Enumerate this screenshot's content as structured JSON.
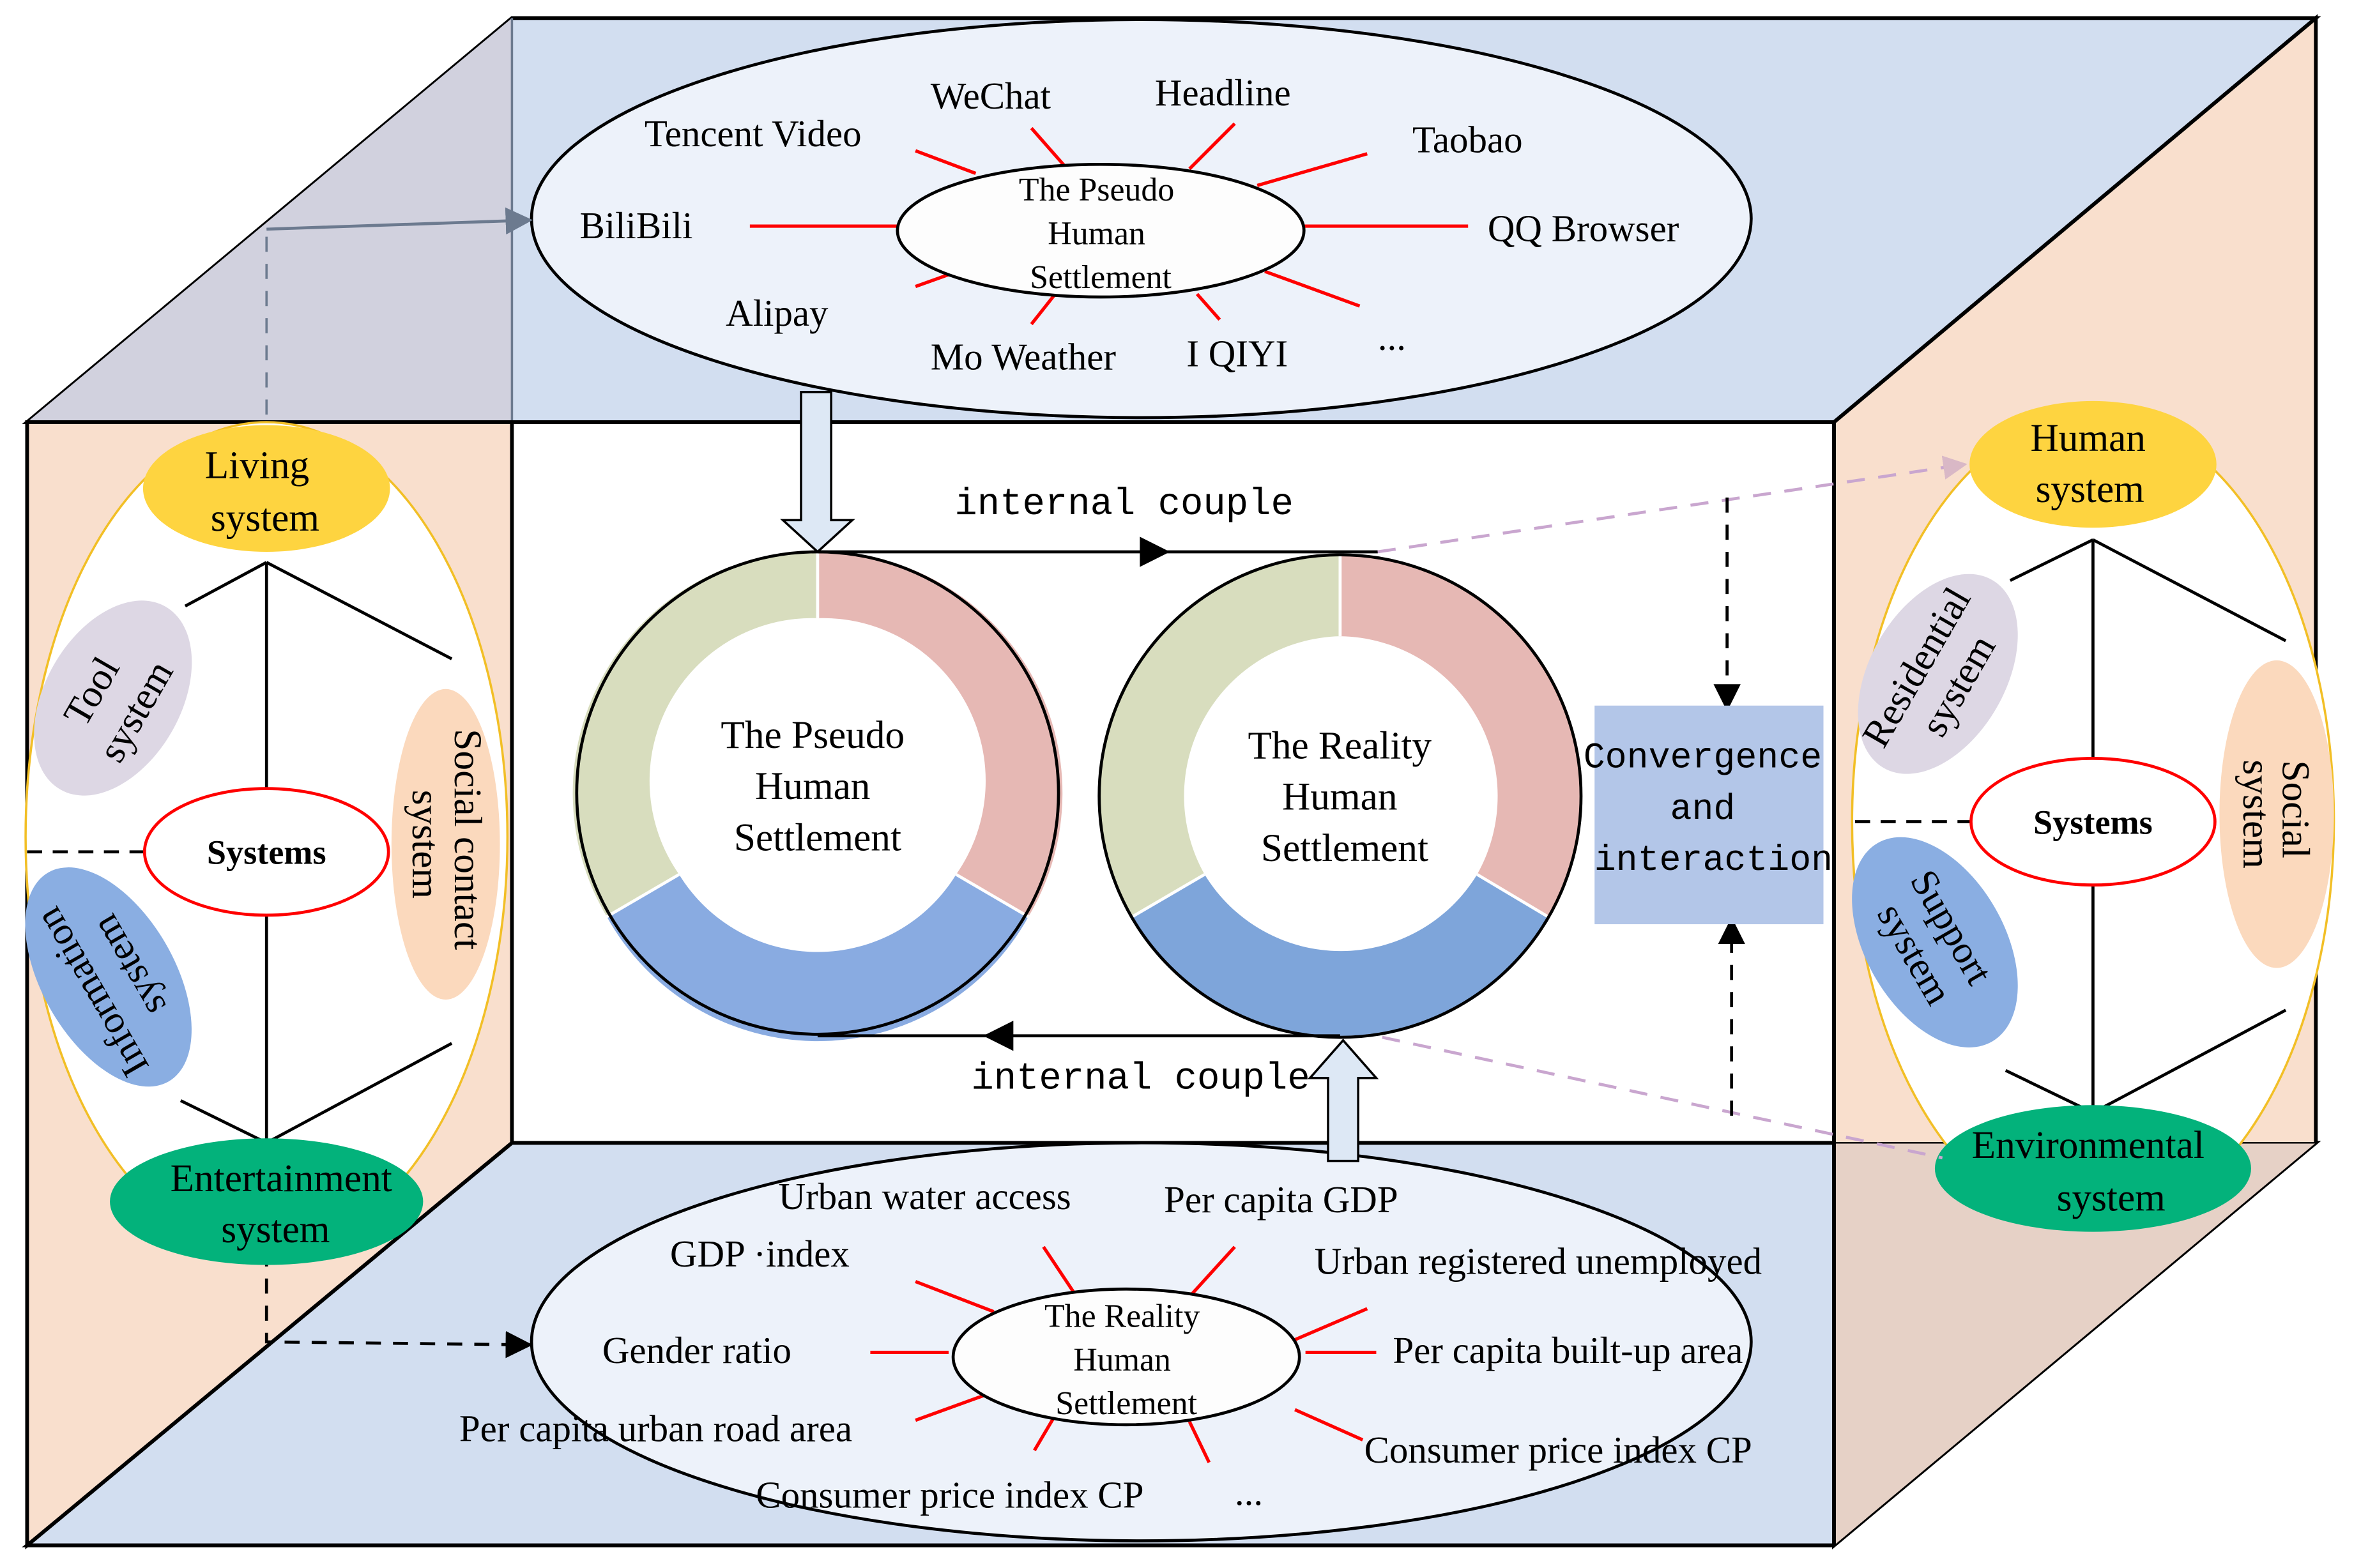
{
  "colors": {
    "top_face": "#d2def0",
    "top_face_left": "#d1d1de",
    "side_face": "#f9dfcd",
    "bottom_face": "#d2def0",
    "bottom_right_face": "#e6d1c6",
    "ellipse_fill": "#edf2fa",
    "spoke": "#ff0000",
    "yellow_node": "#fed440",
    "green_node": "#03b27b",
    "lavender_node": "#ddd7e4",
    "blue_node": "#8aaee2",
    "peach_node": "#fbd9bd",
    "ring_green": "#d8ddbe",
    "ring_pink": "#e6b8b4",
    "ring_blue_left": "#89abe1",
    "ring_blue_right": "#7ea5da",
    "convergence_box": "#b3c6e8",
    "pink_dash": "#c9a6cf",
    "gray_arrow": "#6c7a8f"
  },
  "pseudo": {
    "center": [
      "The Pseudo",
      "Human",
      "Settlement"
    ],
    "apps": [
      "WeChat",
      "Headline",
      "Tencent Video",
      "Taobao",
      "BiliBili",
      "QQ Browser",
      "Alipay",
      "Mo Weather",
      "I QIYI",
      "..."
    ]
  },
  "reality": {
    "center": [
      "The Reality",
      "Human",
      "Settlement"
    ],
    "indicators": [
      "Urban water access",
      "Per capita GDP",
      "GDP ·index",
      "Urban registered unemployed",
      "Gender ratio",
      "Per capita built-up area",
      "Per capita urban road area",
      "Consumer price index CP",
      "Consumer price index CP",
      "..."
    ]
  },
  "left_face": {
    "top": [
      "Living",
      "system"
    ],
    "bottom": [
      "Entertainment",
      "system"
    ],
    "upper_left": [
      "Tool",
      "system"
    ],
    "lower_left": [
      "Information",
      "system"
    ],
    "right": [
      "Social contact",
      "system"
    ],
    "center": "Systems"
  },
  "right_face": {
    "top": [
      "Human",
      "system"
    ],
    "bottom": [
      "Environmental",
      "system"
    ],
    "upper_left": [
      "Residential",
      "system"
    ],
    "lower_left": [
      "Support",
      "system"
    ],
    "right": [
      "Social",
      "system"
    ],
    "center": "Systems"
  },
  "rings": {
    "left": [
      "The Pseudo",
      "Human",
      "Settlement"
    ],
    "right": [
      "The Reality",
      "Human",
      "Settlement"
    ]
  },
  "couple_top": "internal couple",
  "couple_bottom": "internal couple",
  "convergence": [
    "Convergence",
    "and",
    "interaction"
  ]
}
